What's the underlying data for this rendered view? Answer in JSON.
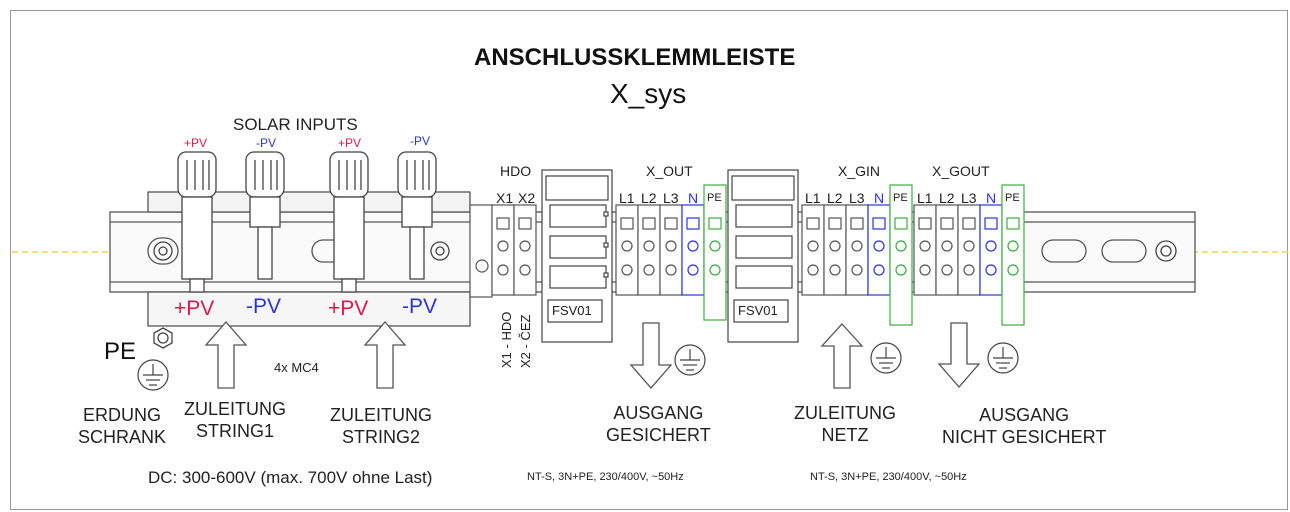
{
  "title": "ANSCHLUSSKLEMMLEISTE",
  "subtitle": "X_sys",
  "solar_inputs_label": "SOLAR INPUTS",
  "connector_top_labels": [
    "+PV",
    "-PV",
    "+PV",
    "-PV"
  ],
  "connector_bottom_labels": [
    "+PV",
    "-PV",
    "+PV",
    "-PV"
  ],
  "group_labels": {
    "hdo": "HDO",
    "x_out": "X_OUT",
    "x_gin": "X_GIN",
    "x_gout": "X_GOUT"
  },
  "hdo_terminals": [
    "X1",
    "X2"
  ],
  "hdo_vertical": [
    "X1 - HDO",
    "X2 - ČEZ"
  ],
  "x_out_terminals": [
    "L1",
    "L2",
    "L3",
    "N",
    "PE"
  ],
  "x_gin_terminals": [
    "L1",
    "L2",
    "L3",
    "N",
    "PE"
  ],
  "x_gout_terminals": [
    "L1",
    "L2",
    "L3",
    "N",
    "PE"
  ],
  "fuse_label": "FSV01",
  "pe_label": "PE",
  "mc4_label": "4x MC4",
  "captions": {
    "erdung": [
      "ERDUNG",
      "SCHRANK"
    ],
    "string1": [
      "ZULEITUNG",
      "STRING1"
    ],
    "string2": [
      "ZULEITUNG",
      "STRING2"
    ],
    "ausgang_gesichert": [
      "AUSGANG",
      "GESICHERT"
    ],
    "zuleitung_netz": [
      "ZULEITUNG",
      "NETZ"
    ],
    "ausgang_nicht": [
      "AUSGANG",
      "NICHT GESICHERT"
    ]
  },
  "notes": {
    "dc": "DC: 300-600V (max. 700V ohne Last)",
    "ac1": "NT-S, 3N+PE, 230/400V, ~50Hz",
    "ac2": "NT-S, 3N+PE, 230/400V, ~50Hz"
  },
  "colors": {
    "positive": "#e0194a",
    "negative": "#2a35d8",
    "neutral": "#2a35d8",
    "protective_earth": "#3faa3f",
    "center_line": "#f2d64a"
  }
}
